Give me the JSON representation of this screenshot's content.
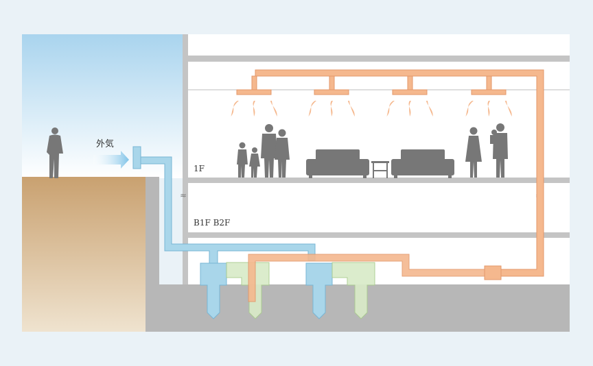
{
  "labels": {
    "outside_air": "外気",
    "floor_1f": "1F",
    "floor_b1f_b2f": "B1F B2F"
  },
  "colors": {
    "sky_top": "#a9d4ee",
    "sky_bottom": "#ffffff",
    "soil_top": "#c9a170",
    "soil_bottom": "#efe3cf",
    "ground": "#b7b7b7",
    "slab": "#c4c4c4",
    "supply_duct": "#f5b88e",
    "supply_duct_stroke": "#e3976a",
    "intake_duct": "#a9d6ea",
    "intake_duct_stroke": "#77b5d4",
    "pit_green": "#d9ebc8",
    "pit_green_stroke": "#a9cc8e",
    "silhouette": "#777777",
    "arrow": "#7fc3e8"
  },
  "icons": {
    "arrow": "outside-air-arrow-icon",
    "diffuser": "air-diffuser-icon",
    "airflow": "warm-airflow-icon",
    "person": "person-silhouette-icon",
    "sofa": "sofa-icon",
    "table": "side-table-icon",
    "unit": "air-handling-unit-icon"
  }
}
